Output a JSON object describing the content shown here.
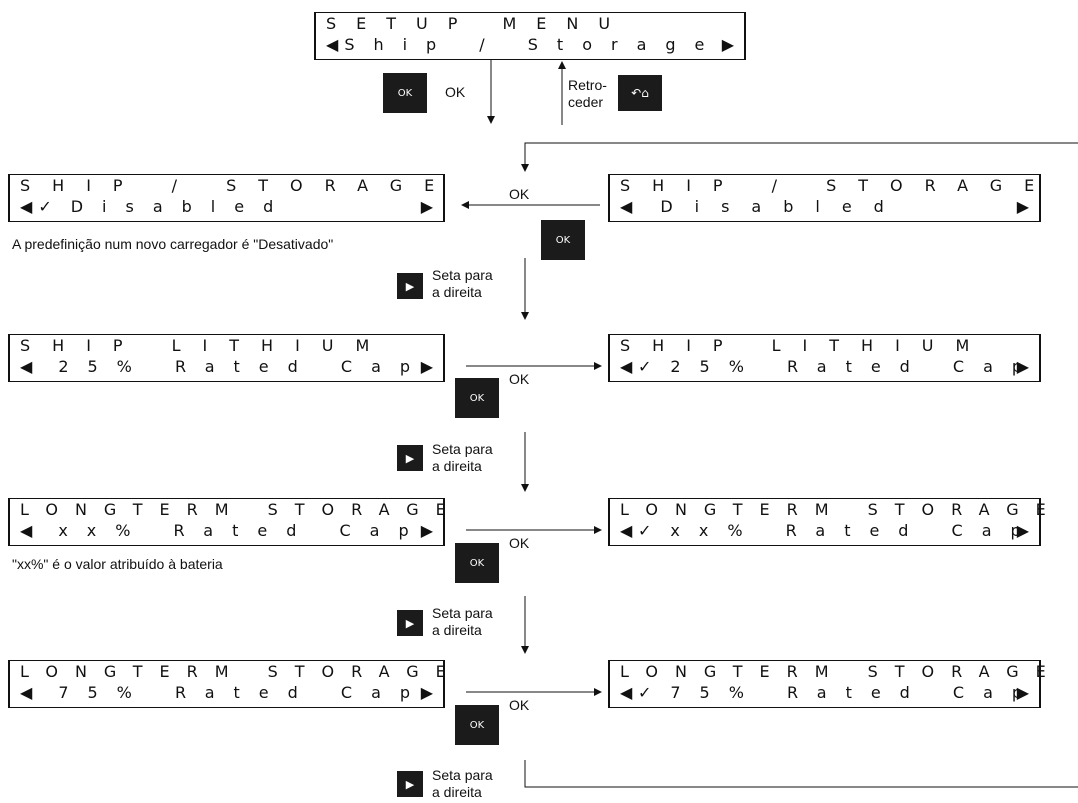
{
  "screens": {
    "setup_menu": {
      "line1": "SETUP MENU",
      "line2": "Ship / Storage"
    },
    "ship_storage_default": {
      "line1": "SHIP / STORAGE",
      "line2": "✓Disabled"
    },
    "ship_storage_select": {
      "line1": "SHIP / STORAGE",
      "line2": "Disabled"
    },
    "ship_lithium": {
      "line1": "SHIP LITHIUM",
      "line2": "25% Rated Cap"
    },
    "ship_lithium_checked": {
      "line1": "SHIP LITHIUM",
      "line2": "✓25% Rated Cap"
    },
    "longterm_xx": {
      "line1": "LONGTERM STORAGE",
      "line2": "xx% Rated Cap"
    },
    "longterm_xx_checked": {
      "line1": "LONGTERM STORAGE",
      "line2": "✓xx% Rated Cap"
    },
    "longterm_75": {
      "line1": "LONGTERM STORAGE",
      "line2": "75% Rated Cap"
    },
    "longterm_75_checked": {
      "line1": "LONGTERM STORAGE",
      "line2": "✓75% Rated Cap"
    }
  },
  "labels": {
    "ok": "OK",
    "retro_line1": "Retro-",
    "retro_line2": "ceder",
    "seta_line1": "Seta para",
    "seta_line2": "a direita",
    "default_note": "A predefinição num novo carregador é \"Desativado\"",
    "xx_note": "\"xx%\" é o valor atribuído à bateria",
    "ok_button": "OK"
  },
  "icons": {
    "ok_button_icon": "grid-ok-icon",
    "back_home_icon": "back-home-icon",
    "right_arrow_icon": "right-triangle-icon"
  }
}
